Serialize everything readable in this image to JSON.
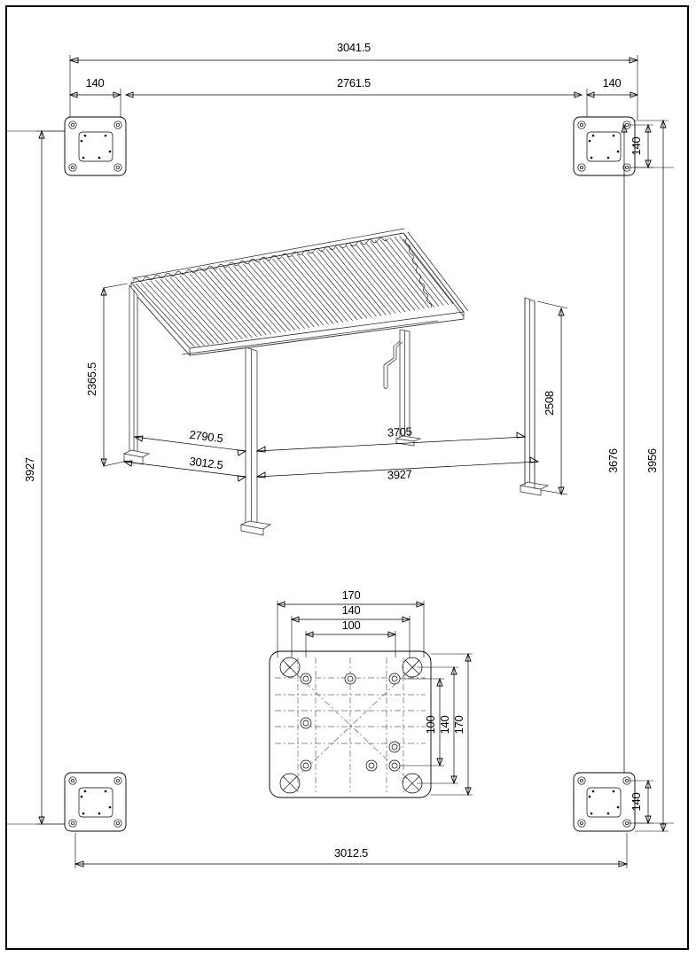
{
  "drawing": {
    "title": "Pergola Assembly Dimension Drawing",
    "units": "mm",
    "sheet_border": true
  },
  "dimensions": {
    "top_overall": "3041.5",
    "top_left_offset": "140",
    "top_inner": "2761.5",
    "top_right_offset": "140",
    "plate_tr_vertical": "140",
    "plate_br_vertical": "140",
    "iso_left_height": "2365.5",
    "iso_right_height": "2508",
    "iso_depth_upper": "2790.5",
    "iso_depth_lower": "3012.5",
    "iso_width_upper": "3705",
    "iso_width_lower": "3927",
    "left_overall": "3927",
    "right_inner": "3676",
    "right_overall": "3956",
    "bottom_overall": "3012.5",
    "detail_top_outer": "170",
    "detail_top_mid": "140",
    "detail_top_inner": "100",
    "detail_right_inner": "100",
    "detail_right_mid": "140",
    "detail_right_outer": "170"
  },
  "views": {
    "iso_label": "pergola-isometric-view",
    "detail_label": "base-plate-detail-view",
    "corner_plates": [
      "top-left-plate",
      "top-right-plate",
      "bottom-left-plate",
      "bottom-right-plate"
    ]
  },
  "colors": {
    "line": "#000000",
    "iso_line": "#3a3a3a",
    "centerline": "#666666",
    "background": "#ffffff"
  }
}
